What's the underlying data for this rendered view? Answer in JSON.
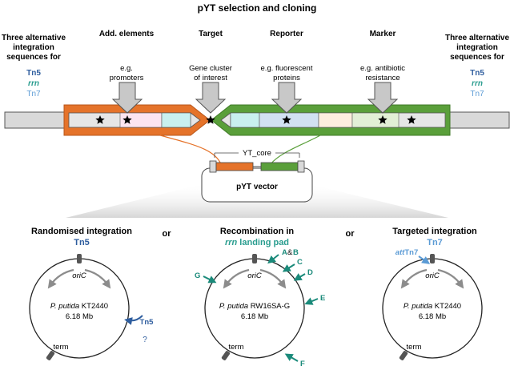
{
  "header": {
    "title": "pYT selection and cloning"
  },
  "side_left": {
    "line1": "Three alternative",
    "line2": "integration",
    "line3": "sequences for",
    "items": [
      "Tn5",
      "rrn",
      "Tn7"
    ]
  },
  "side_right": {
    "line1": "Three alternative",
    "line2": "integration",
    "line3": "sequences for",
    "items": [
      "Tn5",
      "rrn",
      "Tn7"
    ]
  },
  "insertions": [
    {
      "title": "Add. elements",
      "line1": "e.g.",
      "line2": "promoters"
    },
    {
      "title": "Target",
      "line1": "Gene cluster",
      "line2": "of interest"
    },
    {
      "title": "Reporter",
      "line1": "e.g. fluorescent",
      "line2": "proteins"
    },
    {
      "title": "Marker",
      "line1": "e.g. antibiotic",
      "line2": "resistance"
    }
  ],
  "vector": {
    "core_label": "YT_core",
    "name": "pYT vector"
  },
  "connectors": [
    "or",
    "or"
  ],
  "panels": [
    {
      "title": "Randomised integration",
      "subtitle": "Tn5",
      "oric": "oriC",
      "strain_italic": "P. putida",
      "strain_rest": " KT2440",
      "size": "6.18 Mb",
      "term": "term",
      "marker_label": "Tn5",
      "marker_q": "?"
    },
    {
      "title": "Recombination in",
      "subtitle_italic": "rrn",
      "subtitle_rest": " landing pad",
      "oric": "oriC",
      "strain_italic": "P. putida",
      "strain_rest": " RW16SA-G",
      "size": "6.18 Mb",
      "term": "term",
      "sites": [
        "A",
        "&",
        "B",
        "C",
        "D",
        "E",
        "F",
        "G"
      ]
    },
    {
      "title": "Targeted integration",
      "subtitle": "Tn7",
      "oric": "oriC",
      "strain_italic": "P. putida",
      "strain_rest": " KT2440",
      "size": "6.18 Mb",
      "term": "term",
      "att_italic": "att",
      "att_rest": "Tn7"
    }
  ],
  "colors": {
    "orange": "#e5732a",
    "green": "#5a9f3a",
    "tn5": "#2e5d9e",
    "rrn": "#2a9d8f",
    "tn7": "#5b9bd5",
    "teal_arrow": "#1a8a7a",
    "grey_bar": "#d9d9d9",
    "arrow_fill": "#c8c8c8"
  }
}
